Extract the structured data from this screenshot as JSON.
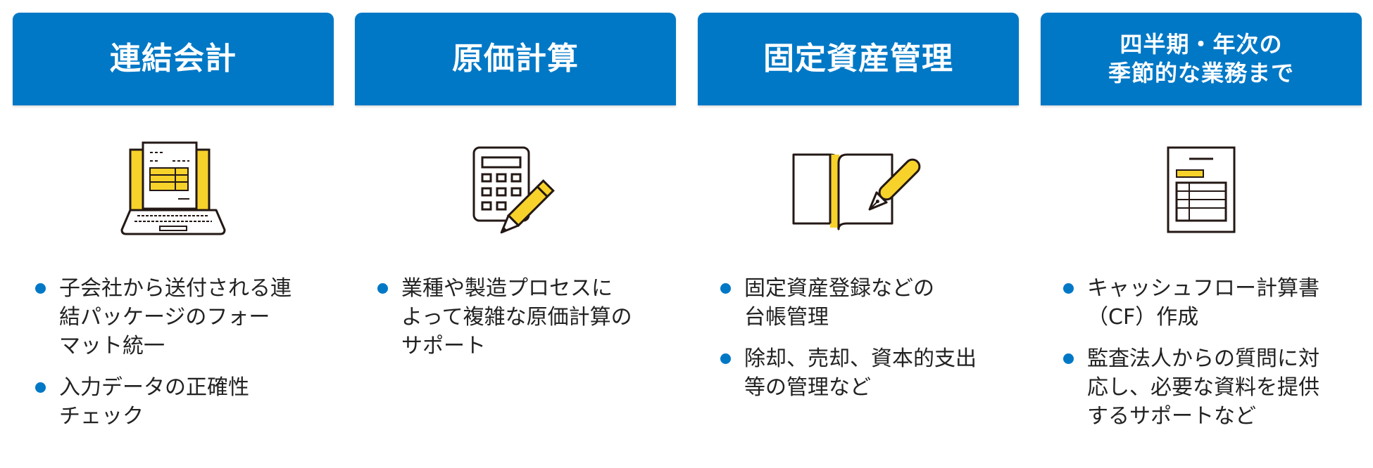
{
  "cards": [
    {
      "title": "連結会計",
      "icon": "laptop-spreadsheet-icon",
      "items": [
        "子会社から送付される連\n結パッケージのフォー\nマット統一",
        "入力データの正確性\nチェック"
      ]
    },
    {
      "title": "原価計算",
      "icon": "calculator-pencil-icon",
      "items": [
        "業種や製造プロセスに\nよって複雑な原価計算の\nサポート"
      ]
    },
    {
      "title": "固定資産管理",
      "icon": "ledger-pen-icon",
      "items": [
        "固定資産登録などの\n台帳管理",
        "除却、売却、資本的支出\n等の管理など"
      ]
    },
    {
      "title": "四半期・年次の\n季節的な業務まで",
      "icon": "document-table-icon",
      "items": [
        "キャッシュフロー計算書\n（CF）作成",
        "監査法人からの質問に対\n応し、必要な資料を提供\nするサポートなど"
      ]
    }
  ],
  "colors": {
    "accent": "#0078c6",
    "yellow": "#f7d22a",
    "ink": "#231815",
    "text": "#222222"
  }
}
